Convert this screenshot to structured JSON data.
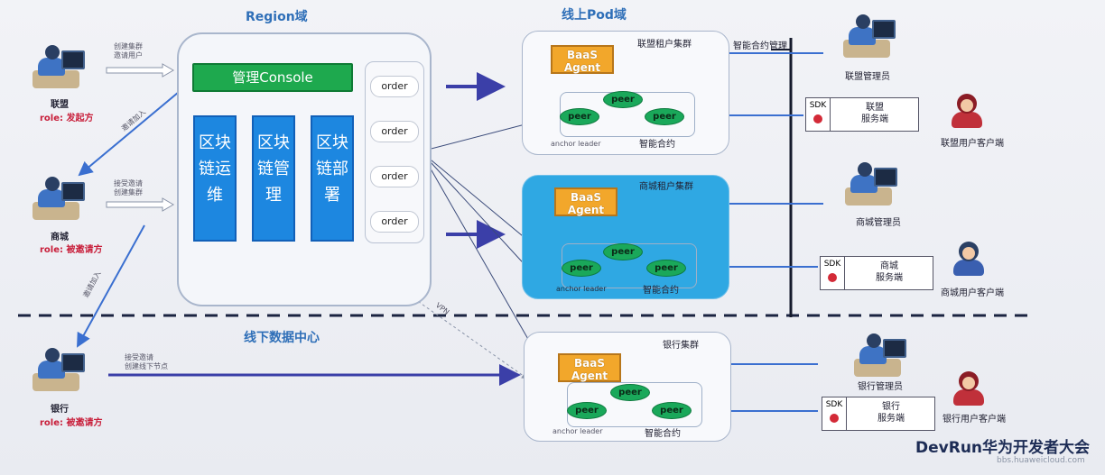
{
  "titles": {
    "region": "Region域",
    "online_pod": "线上Pod域",
    "offline_dc": "线下数据中心"
  },
  "actors": {
    "alliance": {
      "name": "联盟",
      "role": "role: 发起方",
      "action": "创建集群\n邀请用户"
    },
    "mall": {
      "name": "商城",
      "role": "role: 被邀请方",
      "action": "接受邀请\n创建集群",
      "invite": "邀请加入"
    },
    "bank": {
      "name": "银行",
      "role": "role: 被邀请方",
      "action": "接受邀请\n创建线下节点",
      "invite": "邀请加入"
    }
  },
  "region": {
    "console": "管理Console",
    "blocks": [
      "区块链运维",
      "区块链管理",
      "区块链部署"
    ],
    "orders": [
      "order",
      "order",
      "order",
      "order"
    ]
  },
  "clusters": [
    {
      "name": "联盟租户集群",
      "agent": [
        "BaaS",
        "Agent"
      ],
      "peers": [
        "peer",
        "peer",
        "peer"
      ],
      "anchor": "anchor leader",
      "contract": "智能合约",
      "admin": "联盟管理员",
      "sdk_label": "SDK",
      "sdk_text": "联盟\n服务端",
      "client": "联盟用户客户端"
    },
    {
      "name": "商城租户集群",
      "agent": [
        "BaaS",
        "Agent"
      ],
      "peers": [
        "peer",
        "peer",
        "peer"
      ],
      "anchor": "anchor leader",
      "contract": "智能合约",
      "admin": "商城管理员",
      "sdk_label": "SDK",
      "sdk_text": "商城\n服务端",
      "client": "商城用户客户端"
    },
    {
      "name": "银行集群",
      "agent": [
        "BaaS",
        "Agent"
      ],
      "peers": [
        "peer",
        "peer",
        "peer"
      ],
      "anchor": "anchor leader",
      "contract": "智能合约",
      "admin": "银行管理员",
      "sdk_label": "SDK",
      "sdk_text": "银行\n服务端",
      "client": "银行用户客户端"
    }
  ],
  "contract_mgmt": "智能合约管理",
  "vpn_label": "VPN",
  "brand": {
    "text": "DevRun华为开发者大会",
    "watermark": "bbs.huaweicloud.com"
  },
  "colors": {
    "accent": "#2f6fb8",
    "console": "#1ea94e",
    "block": "#1d87e0",
    "agent": "#f2a72b",
    "peer": "#1aa85a",
    "role": "#c81e3a",
    "arrow": "#3b3fa8"
  }
}
